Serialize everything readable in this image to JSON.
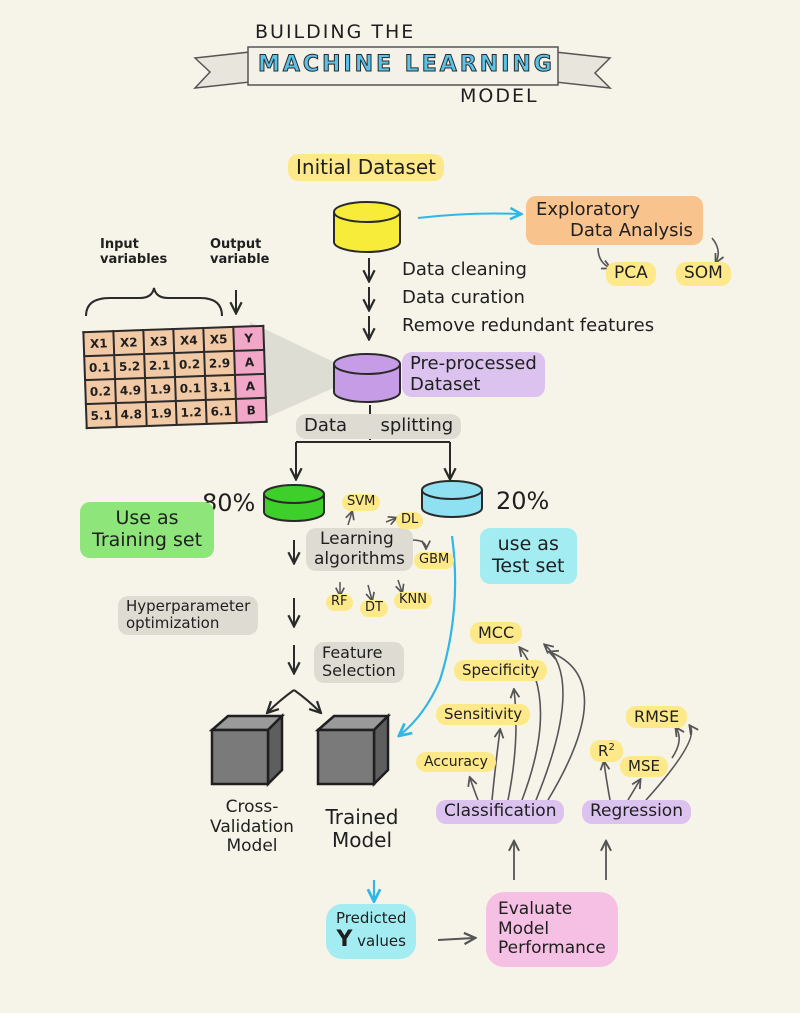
{
  "title": {
    "line1": "BUILDING THE",
    "line2": "MACHINE LEARNING",
    "line3": "MODEL"
  },
  "nodes": {
    "initial_dataset": "Initial Dataset",
    "eda_line1": "Exploratory",
    "eda_line2": "Data Analysis",
    "pca": "PCA",
    "som": "SOM",
    "step_cleaning": "Data cleaning",
    "step_curation": "Data curation",
    "step_redundant": "Remove redundant features",
    "input_variables_1": "Input",
    "input_variables_2": "variables",
    "output_variable_1": "Output",
    "output_variable_2": "variable",
    "preprocessed_1": "Pre-processed",
    "preprocessed_2": "Dataset",
    "data_splitting_1": "Data",
    "data_splitting_2": "splitting",
    "pct_train": "80%",
    "pct_test": "20%",
    "training_set_1": "Use as",
    "training_set_2": "Training set",
    "test_set_1": "use as",
    "test_set_2": "Test set",
    "learning_1": "Learning",
    "learning_2": "algorithms",
    "svm": "SVM",
    "dl": "DL",
    "gbm": "GBM",
    "rf": "RF",
    "dt": "DT",
    "knn": "KNN",
    "hyper_1": "Hyperparameter",
    "hyper_2": "optimization",
    "feature_1": "Feature",
    "feature_2": "Selection",
    "cv_1": "Cross-",
    "cv_2": "Validation",
    "cv_3": "Model",
    "trained_1": "Trained",
    "trained_2": "Model",
    "predicted_1": "Predicted",
    "predicted_2": "values",
    "predicted_y": "Y",
    "evaluate_1": "Evaluate",
    "evaluate_2": "Model",
    "evaluate_3": "Performance",
    "classification": "Classification",
    "regression": "Regression",
    "accuracy": "Accuracy",
    "sensitivity": "Sensitivity",
    "specificity": "Specificity",
    "mcc": "MCC",
    "r2": "R",
    "r2_sup": "2",
    "mse": "MSE",
    "rmse": "RMSE"
  },
  "table": {
    "header": [
      "X1",
      "X2",
      "X3",
      "X4",
      "X5",
      "Y"
    ],
    "rows": [
      [
        "0.1",
        "5.2",
        "2.1",
        "0.2",
        "2.9",
        "A"
      ],
      [
        "0.2",
        "4.9",
        "1.9",
        "0.1",
        "3.1",
        "A"
      ],
      [
        "5.1",
        "4.8",
        "1.9",
        "1.2",
        "6.1",
        "B"
      ]
    ]
  },
  "colors": {
    "yellow": "#fde98a",
    "orange": "#f9c38d",
    "purple": "#dcc3ef",
    "gray": "#dedbd3",
    "green": "#8ee57a",
    "cyan": "#a3ecf2",
    "pink": "#f6bfe4",
    "cyan_arrow": "#2fb7e6",
    "db_yellow": "#f7ec3a",
    "db_purple": "#c79ce6",
    "db_green": "#3fcf2a",
    "db_cyan": "#8fe0f0",
    "box_gray": "#7a7a7a"
  }
}
